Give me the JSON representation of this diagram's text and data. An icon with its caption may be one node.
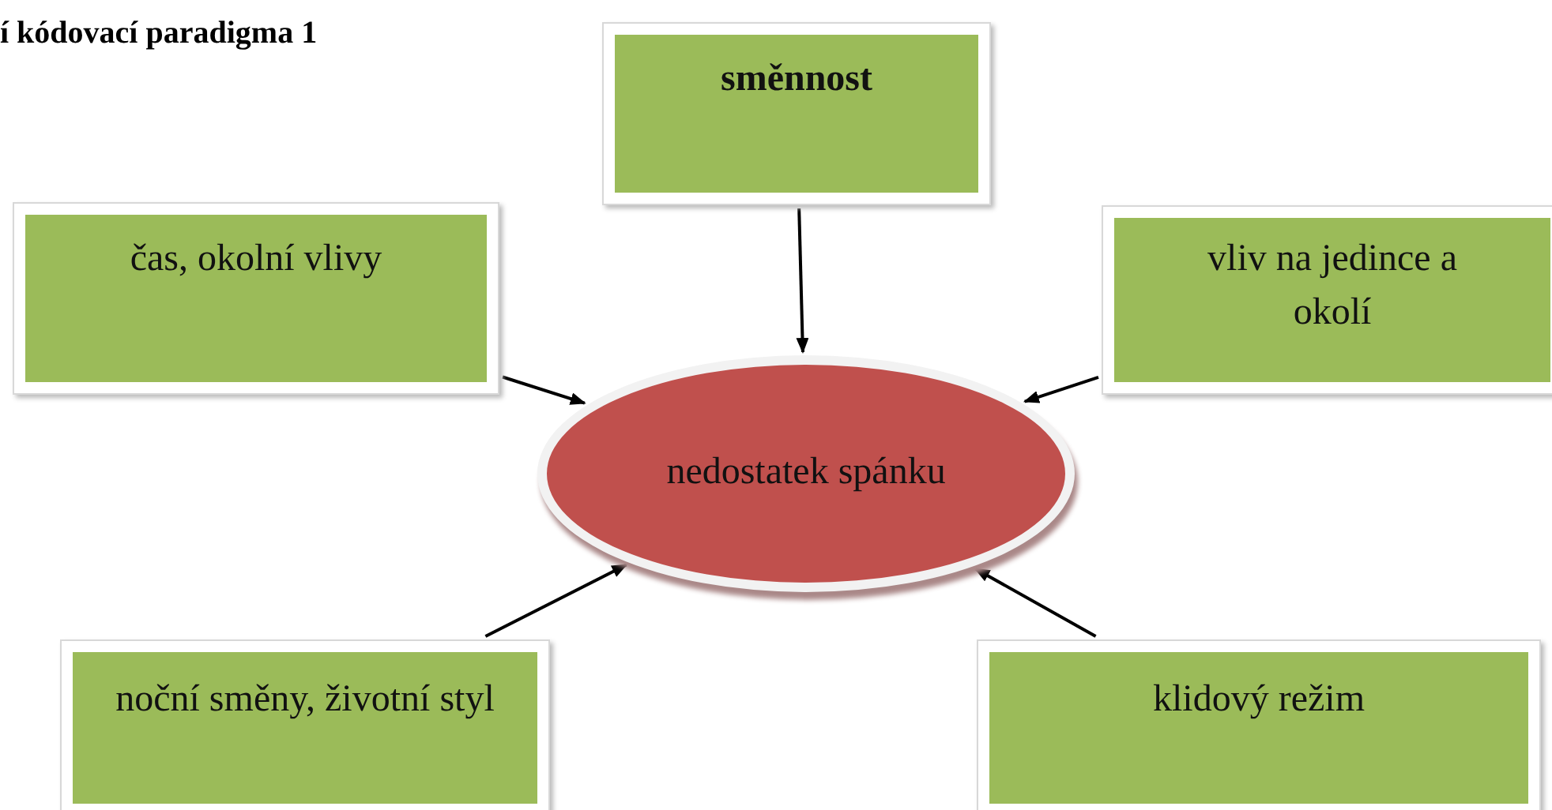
{
  "diagram": {
    "title": "í kódovací paradigma 1",
    "nodes": [
      {
        "text": [
          "směnnost"
        ]
      },
      {
        "text": [
          "čas, okolní vlivy"
        ]
      },
      {
        "text": [
          "vliv na jedince a okolí"
        ]
      },
      {
        "text": [
          "nedostatek spánku"
        ]
      },
      {
        "text": [
          "noční směny, životní styl"
        ]
      },
      {
        "text": [
          "klidový režim"
        ]
      }
    ],
    "edges": [
      {
        "from": 0,
        "to": 3,
        "arrow": "to"
      },
      {
        "from": 1,
        "to": 3,
        "arrow": "to"
      },
      {
        "from": 2,
        "to": 3,
        "arrow": "to"
      },
      {
        "from": 4,
        "to": 3,
        "arrow": "to"
      },
      {
        "from": 5,
        "to": 3,
        "arrow": "to"
      }
    ]
  }
}
